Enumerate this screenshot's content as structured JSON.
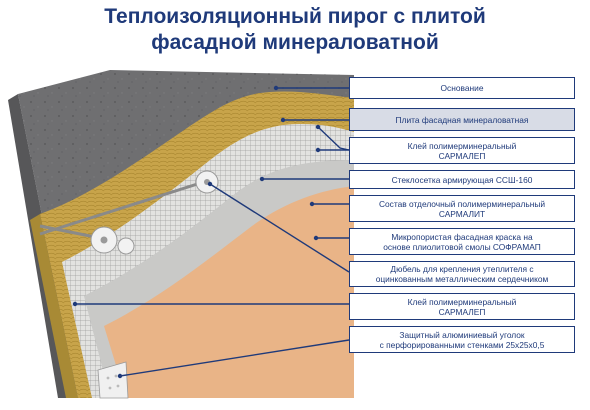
{
  "title": {
    "line1": "Теплоизоляционный пирог с плитой",
    "line2": "фасадной минераловатной"
  },
  "colors": {
    "title": "#1f3a7a",
    "label_border": "#1f3a7a",
    "highlight_fill": "#d8dce6",
    "concrete": "#6f6f71",
    "mineral_wool": "#c8a44a",
    "mesh": "#e2e2e0",
    "finish_paint": "#e9b487"
  },
  "labels": [
    {
      "id": "base",
      "lines": [
        "Основание"
      ]
    },
    {
      "id": "facade-plate",
      "lines": [
        "Плита фасадная минераловатная"
      ],
      "highlight": true
    },
    {
      "id": "glue-1",
      "lines": [
        "Клей полимерминеральный",
        "САРМАЛЕП"
      ]
    },
    {
      "id": "mesh",
      "lines": [
        "Стеклосетка армирующая ССШ-160"
      ]
    },
    {
      "id": "finish",
      "lines": [
        "Состав отделочный полимерминеральный",
        "САРМАЛИТ"
      ]
    },
    {
      "id": "paint",
      "lines": [
        "Микропористая фасадная краска на",
        "основе плиолитовой смолы СОФРАМАП"
      ]
    },
    {
      "id": "dowel",
      "lines": [
        "Дюбель для крепления утеплителя с",
        "оцинкованным металлическим сердечником"
      ]
    },
    {
      "id": "glue-2",
      "lines": [
        "Клей полимерминеральный",
        "САРМАЛЕП"
      ]
    },
    {
      "id": "corner",
      "lines": [
        "Защитный алюминиевый уголок",
        "с перфорированными стенками 25х25х0,5"
      ]
    }
  ]
}
